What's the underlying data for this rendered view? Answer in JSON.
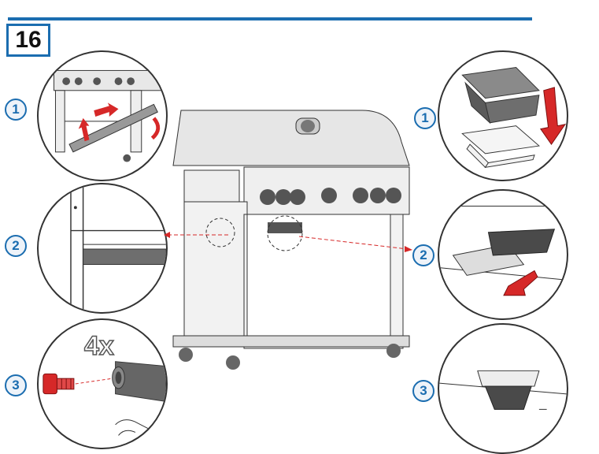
{
  "step_number": "16",
  "callouts": {
    "left_1": "1",
    "left_2": "2",
    "left_3": "3",
    "right_1": "1",
    "right_2": "2",
    "right_3": "3"
  },
  "quantity_label": "4x",
  "colors": {
    "accent": "#1b6db0",
    "arrow_red": "#d62828",
    "screw_red": "#d62828",
    "line_gray": "#333333"
  },
  "icons": [
    "arrow-icon",
    "screw-icon",
    "drip-tray-icon"
  ]
}
